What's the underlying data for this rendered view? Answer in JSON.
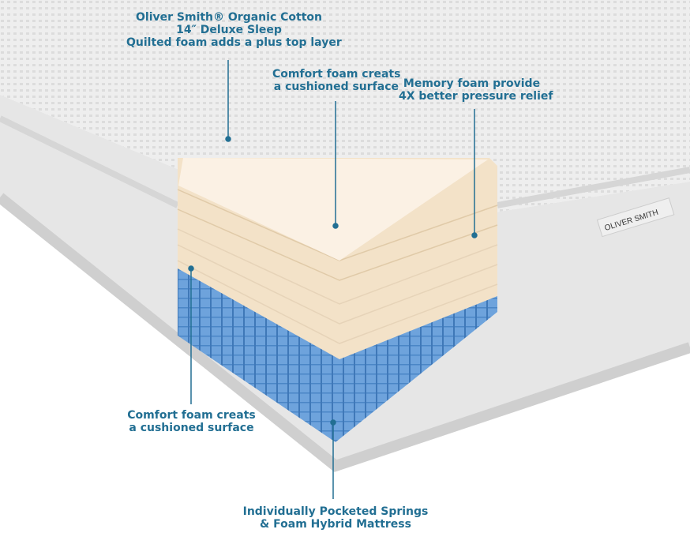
{
  "colors": {
    "label_text": "#226f93",
    "pointer": "#226f93",
    "fabric": "#ececec",
    "foam_cream": "#f6e6cf",
    "foam_light": "#fbf3e8",
    "springs": "#5f97d4"
  },
  "brand_logo": "OLIVER SMITH",
  "labels": [
    {
      "lines": [
        "Oliver Smith® Organic Cotton",
        "14″ Deluxe Sleep",
        "Quilted foam adds a plus top layer"
      ]
    },
    {
      "lines": [
        "Comfort foam creats",
        "a cushioned surface"
      ]
    },
    {
      "lines": [
        "Memory foam provide",
        "4X better pressure relief"
      ]
    },
    {
      "lines": [
        "Comfort foam creats",
        "a cushioned surface"
      ]
    },
    {
      "lines": [
        "Individually Pocketed Springs",
        "& Foam Hybrid Mattress"
      ]
    }
  ]
}
